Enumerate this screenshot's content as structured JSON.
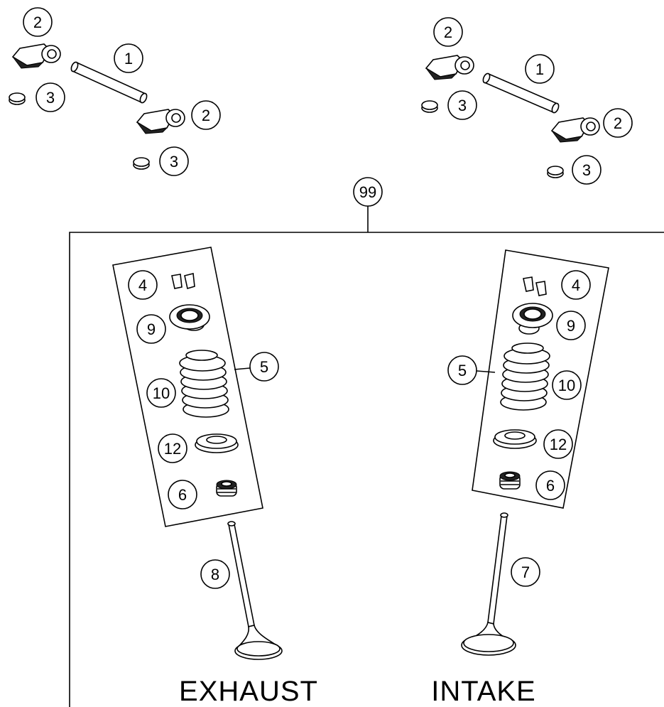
{
  "callouts": {
    "c1": "1",
    "c2": "2",
    "c3": "3",
    "c4": "4",
    "c5": "5",
    "c6": "6",
    "c7": "7",
    "c8": "8",
    "c9": "9",
    "c10": "10",
    "c12": "12",
    "c99": "99"
  },
  "labels": {
    "exhaust": "EXHAUST",
    "intake": "INTAKE"
  }
}
